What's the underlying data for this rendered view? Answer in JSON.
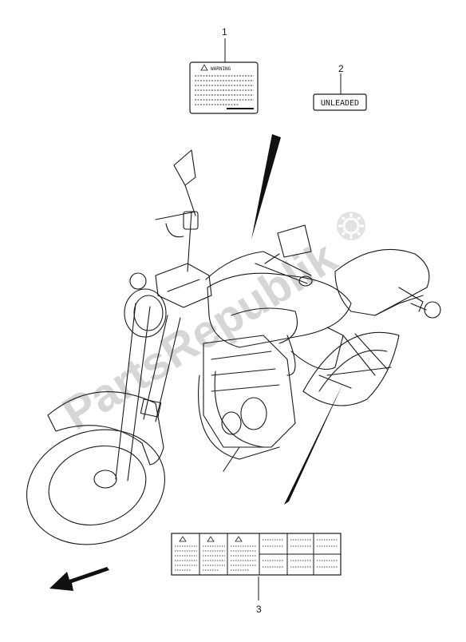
{
  "callouts": {
    "one": "1",
    "two": "2",
    "three": "3"
  },
  "labels": {
    "warning_title": "WARNING",
    "unleaded": "UNLEADED"
  },
  "watermark": {
    "text": "PartsRepublik"
  },
  "colors": {
    "line": "#1a1a1a",
    "watermark": "#d6d6d6",
    "background": "#ffffff"
  },
  "icons": {
    "gear": "gear-icon",
    "front_arrow": "arrow-icon"
  }
}
